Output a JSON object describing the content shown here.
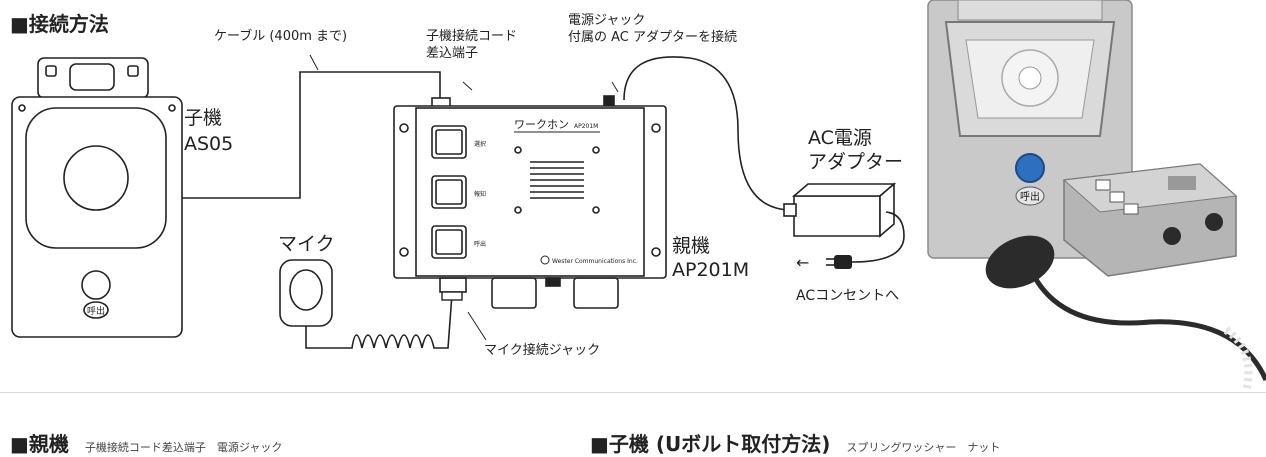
{
  "title": "■接続方法",
  "labels": {
    "cable": "ケーブル (400m まで)",
    "child_cord_1": "子機接続コード",
    "child_cord_2": "差込端子",
    "power_jack_1": "電源ジャック",
    "power_jack_2": "付属の AC アダプターを接続",
    "child_name": "子機",
    "child_model": "AS05",
    "ac_adapter_1": "AC電源",
    "ac_adapter_2": "アダプター",
    "mic": "マイク",
    "parent_name": "親機",
    "parent_model": "AP201M",
    "ac_outlet": "ACコンセントへ",
    "arrow": "←",
    "mic_jack": "マイク接続ジャック"
  },
  "device": {
    "brand": "ワークホン",
    "model_small": "AP201M",
    "button_1": "選択",
    "button_2": "報知",
    "button_3": "呼出",
    "maker": "Wester Communications Inc.",
    "call_label": "呼出"
  },
  "bottom": {
    "left_title": "■親機",
    "left_sub": "子機接続コード差込端子　電源ジャック",
    "right_title": "■子機 (Uボルト取付方法)",
    "right_sub": "スプリングワッシャー　ナット"
  }
}
